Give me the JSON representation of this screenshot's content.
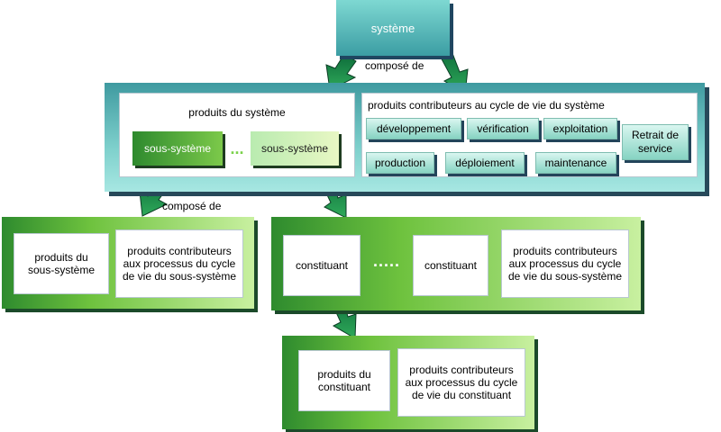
{
  "top": {
    "label": "système"
  },
  "compose_top": "composé de",
  "compose_mid": "composé de",
  "upper": {
    "products_title": "produits du système",
    "subsystem_left": "sous-système",
    "ellipsis": "...",
    "subsystem_right": "sous-système",
    "contrib_title": "produits contributeurs au cycle de vie du système",
    "activities": [
      "développement",
      "vérification",
      "exploitation",
      "Retrait de service",
      "production",
      "déploiement",
      "maintenance"
    ]
  },
  "left": {
    "products": "produits du sous-système",
    "contrib": "produits contributeurs aux processus du cycle de vie du sous-système"
  },
  "middle": {
    "constituant_left": "constituant",
    "dots": ".....",
    "constituant_right": "constituant",
    "contrib": "produits contributeurs aux processus du cycle de vie du sous-système"
  },
  "bottom": {
    "products": "produits du constituant",
    "contrib": "produits contributeurs aux processus du cycle de vie du constituant"
  }
}
